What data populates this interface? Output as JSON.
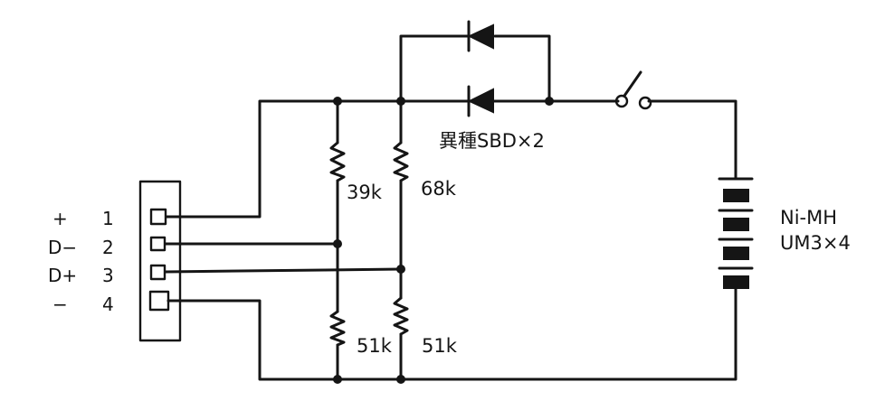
{
  "connector": {
    "pins": [
      {
        "symbol": "+",
        "number": "1"
      },
      {
        "symbol": "D−",
        "number": "2"
      },
      {
        "symbol": "D+",
        "number": "3"
      },
      {
        "symbol": "−",
        "number": "4"
      }
    ]
  },
  "resistors": {
    "r_top_left": "39k",
    "r_top_right": "68k",
    "r_bottom_left": "51k",
    "r_bottom_right": "51k"
  },
  "diodes": {
    "label": "異種SBD×2"
  },
  "battery": {
    "type": "Ni-MH",
    "cells": "UM3×4"
  }
}
